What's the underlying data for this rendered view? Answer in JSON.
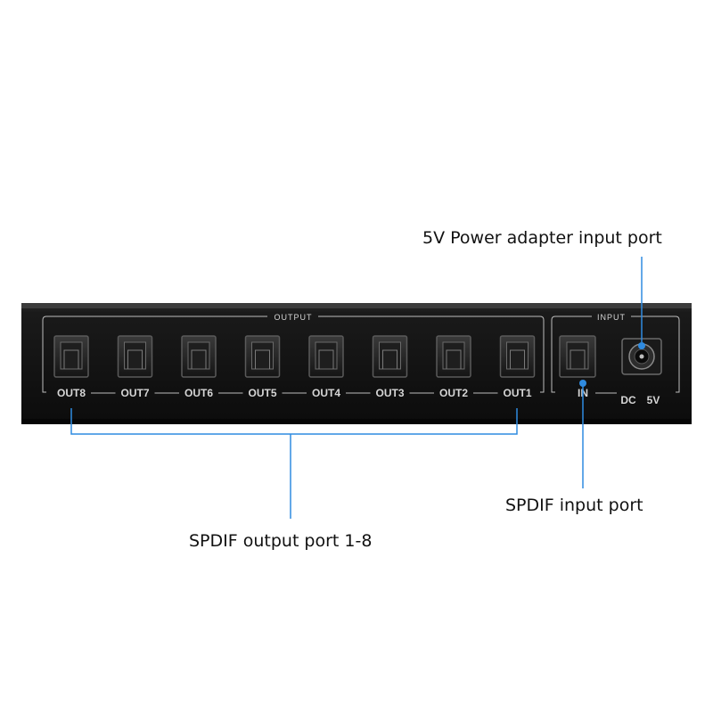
{
  "device": {
    "output_group_label": "OUTPUT",
    "input_group_label": "INPUT",
    "output_ports": [
      "OUT8",
      "OUT7",
      "OUT6",
      "OUT5",
      "OUT4",
      "OUT3",
      "OUT2",
      "OUT1"
    ],
    "input_port_label": "IN",
    "dc_label": "DC",
    "voltage_label": "5V"
  },
  "callouts": {
    "power": "5V Power adapter input port",
    "spdif_input": "SPDIF input port",
    "spdif_output": "SPDIF output port 1-8"
  },
  "colors": {
    "callout_line": "#2f8be0",
    "device_body": "#141414",
    "silkscreen": "#d6d6d6"
  }
}
